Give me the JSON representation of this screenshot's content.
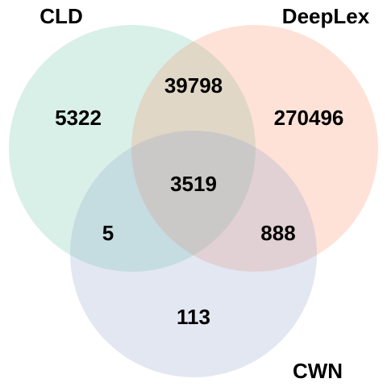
{
  "sets": [
    {
      "key": "A",
      "label": "CLD",
      "color": "#66c2a5"
    },
    {
      "key": "B",
      "label": "DeepLex",
      "color": "#fc8d62"
    },
    {
      "key": "C",
      "label": "CWN",
      "color": "#8da0cb"
    }
  ],
  "regions": {
    "A_only": "5322",
    "B_only": "270496",
    "C_only": "113",
    "A_B": "39798",
    "A_C": "5",
    "B_C": "888",
    "A_B_C": "3519"
  }
}
